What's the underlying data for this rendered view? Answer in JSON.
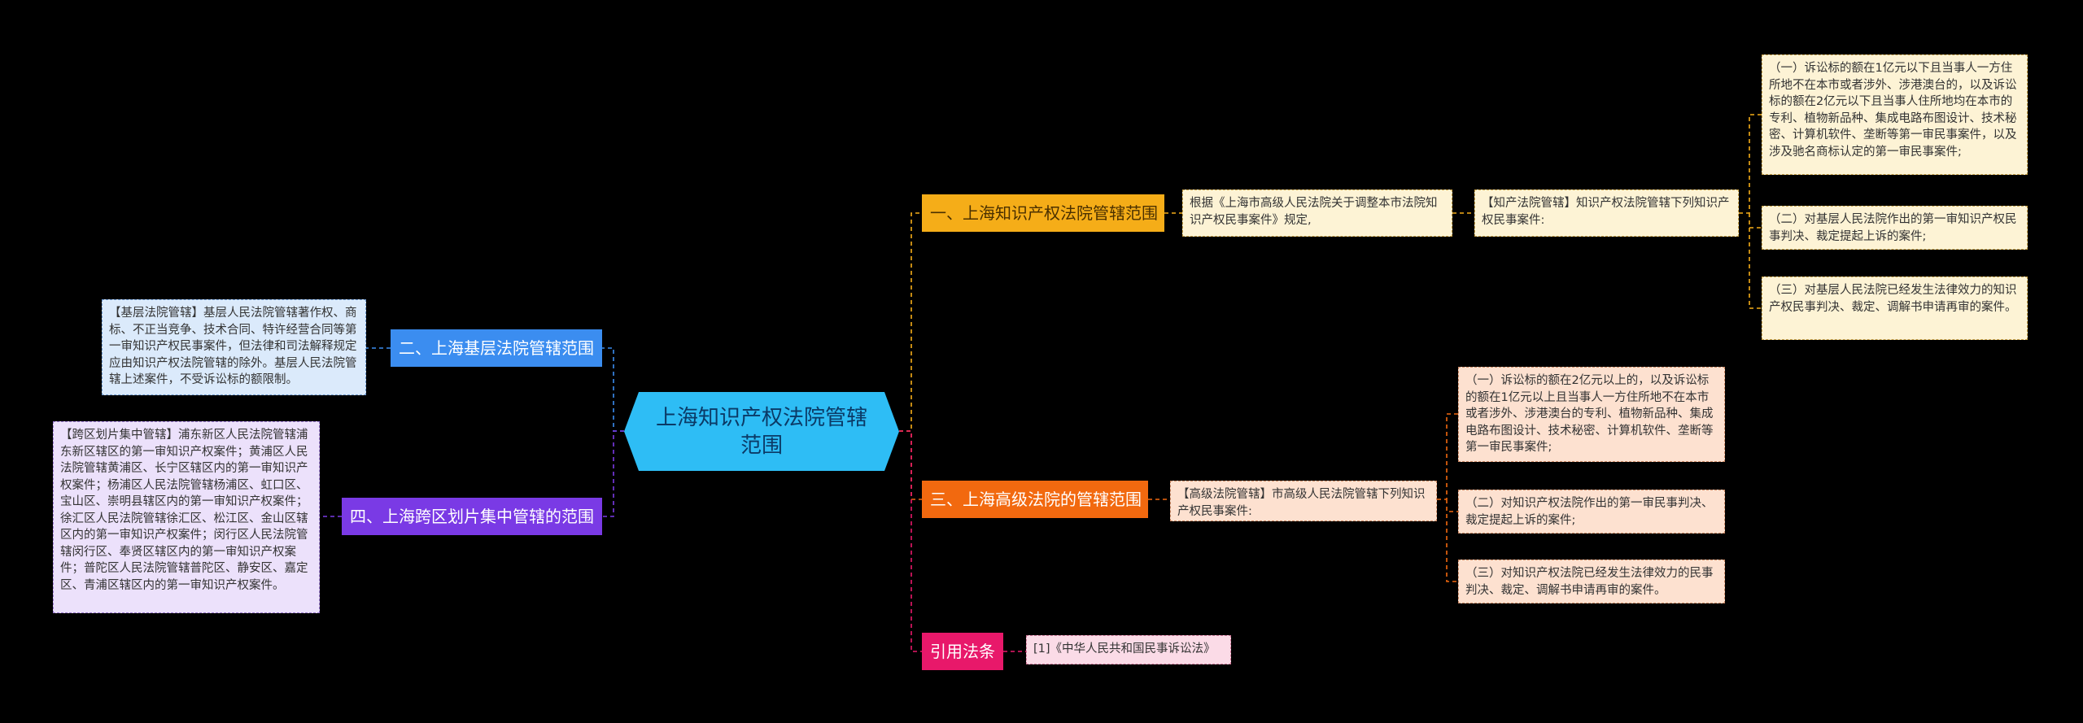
{
  "center": {
    "label": "上海知识产权法院管辖范围"
  },
  "branches": {
    "b1": "一、上海知识产权法院管辖范围",
    "b2": "二、上海基层法院管辖范围",
    "b3": "三、上海高级法院的管辖范围",
    "b4": "四、上海跨区划片集中管辖的范围",
    "b5": "引用法条"
  },
  "leaves": {
    "p1": "根据《上海市高级人民法院关于调整本市法院知识产权民事案件》规定,",
    "p1a": "【知产法院管辖】知识产权法院管辖下列知识产权民事案件:",
    "p1a1": "（一）诉讼标的额在1亿元以下且当事人一方住所地不在本市或者涉外、涉港澳台的，以及诉讼标的额在2亿元以下且当事人住所地均在本市的专利、植物新品种、集成电路布图设计、技术秘密、计算机软件、垄断等第一审民事案件，以及涉及驰名商标认定的第一审民事案件;",
    "p1a2": "（二）对基层人民法院作出的第一审知识产权民事判决、裁定提起上诉的案件;",
    "p1a3": "（三）对基层人民法院已经发生法律效力的知识产权民事判决、裁定、调解书申请再审的案件。",
    "p3": "【高级法院管辖】市高级人民法院管辖下列知识产权民事案件:",
    "p3a1": "（一）诉讼标的额在2亿元以上的，以及诉讼标的额在1亿元以上且当事人一方住所地不在本市或者涉外、涉港澳台的专利、植物新品种、集成电路布图设计、技术秘密、计算机软件、垄断等第一审民事案件;",
    "p3a2": "（二）对知识产权法院作出的第一审民事判决、裁定提起上诉的案件;",
    "p3a3": "（三）对知识产权法院已经发生法律效力的民事判决、裁定、调解书申请再审的案件。",
    "p2": "【基层法院管辖】基层人民法院管辖著作权、商标、不正当竞争、技术合同、特许经营合同等第一审知识产权民事案件，但法律和司法解释规定应由知识产权法院管辖的除外。基层人民法院管辖上述案件，不受诉讼标的额限制。",
    "p4": "【跨区划片集中管辖】浦东新区人民法院管辖浦东新区辖区的第一审知识产权案件；黄浦区人民法院管辖黄浦区、长宁区辖区内的第一审知识产权案件；杨浦区人民法院管辖杨浦区、虹口区、宝山区、崇明县辖区内的第一审知识产权案件；徐汇区人民法院管辖徐汇区、松江区、金山区辖区内的第一审知识产权案件；闵行区人民法院管辖闵行区、奉贤区辖区内的第一审知识产权案件；普陀区人民法院管辖普陀区、静安区、嘉定区、青浦区辖区内的第一审知识产权案件。",
    "p5": "[1]《中华人民共和国民事诉讼法》"
  },
  "colors": {
    "center": "#2ebdf5",
    "b1": "#f5ad18",
    "b2": "#3b8df0",
    "b3": "#f2690f",
    "b4": "#7a3ae5",
    "b5": "#e8186a"
  }
}
